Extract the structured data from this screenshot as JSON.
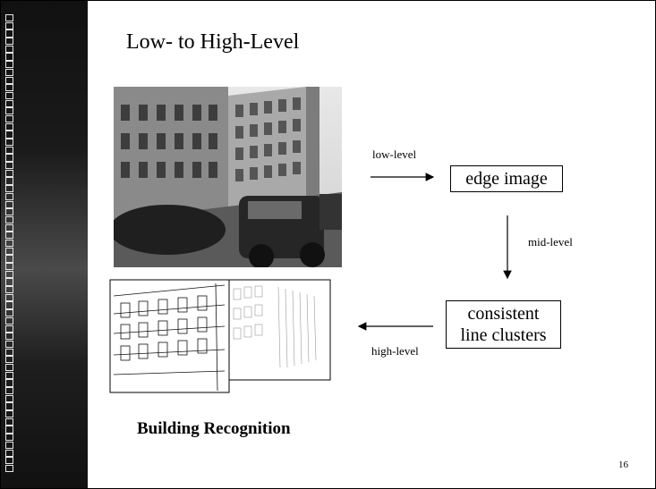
{
  "slide": {
    "title": "Low- to High-Level",
    "label_low": "low-level",
    "label_mid": "mid-level",
    "label_high": "high-level",
    "box_edge": "edge image",
    "box_lines_1": "consistent",
    "box_lines_2": "line clusters",
    "caption": "Building Recognition",
    "page_number": "16"
  }
}
